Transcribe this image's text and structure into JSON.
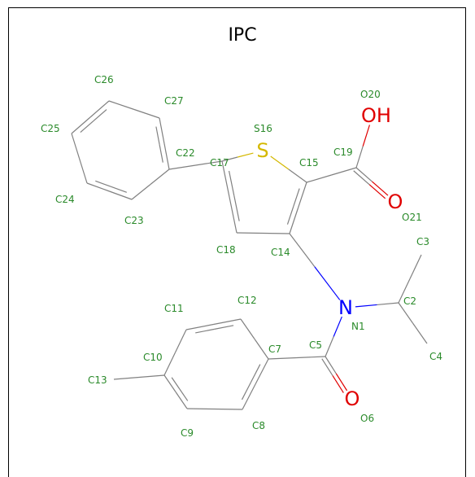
{
  "title": "IPC",
  "colors": {
    "label": "#2a8a2a",
    "bond": "#808080",
    "O": "#e00000",
    "N": "#0000ff",
    "S": "#d4b800",
    "border": "#000000"
  },
  "heteroatoms": [
    {
      "id": "S16",
      "symbol": "S",
      "element": "S"
    },
    {
      "id": "O20",
      "symbol": "OH",
      "element": "O"
    },
    {
      "id": "O21",
      "symbol": "O",
      "element": "O"
    },
    {
      "id": "N1",
      "symbol": "N",
      "element": "N"
    },
    {
      "id": "O6",
      "symbol": "O",
      "element": "O"
    }
  ],
  "atom_labels": [
    "C26",
    "C27",
    "C25",
    "S16",
    "O20",
    "C22",
    "C17",
    "C15",
    "C19",
    "C24",
    "C23",
    "O21",
    "C3",
    "C18",
    "C14",
    "C11",
    "C12",
    "C2",
    "N1",
    "C10",
    "C7",
    "C5",
    "C13",
    "C4",
    "C8",
    "O6",
    "C9"
  ],
  "bonds": [
    [
      "C22",
      "C23",
      1
    ],
    [
      "C23",
      "C24",
      2
    ],
    [
      "C24",
      "C25",
      1
    ],
    [
      "C25",
      "C26",
      2
    ],
    [
      "C26",
      "C27",
      1
    ],
    [
      "C27",
      "C22",
      2
    ],
    [
      "C22",
      "C17",
      1
    ],
    [
      "C17",
      "S16",
      1
    ],
    [
      "S16",
      "C15",
      1
    ],
    [
      "C15",
      "C14",
      2
    ],
    [
      "C14",
      "C18",
      1
    ],
    [
      "C18",
      "C17",
      2
    ],
    [
      "C15",
      "C19",
      1
    ],
    [
      "C19",
      "O20",
      1
    ],
    [
      "C19",
      "O21",
      2
    ],
    [
      "C14",
      "N1",
      1
    ],
    [
      "N1",
      "C2",
      1
    ],
    [
      "C2",
      "C3",
      1
    ],
    [
      "C2",
      "C4",
      1
    ],
    [
      "N1",
      "C5",
      1
    ],
    [
      "C5",
      "O6",
      2
    ],
    [
      "C5",
      "C7",
      1
    ],
    [
      "C7",
      "C8",
      2
    ],
    [
      "C8",
      "C9",
      1
    ],
    [
      "C9",
      "C10",
      2
    ],
    [
      "C10",
      "C11",
      1
    ],
    [
      "C11",
      "C12",
      2
    ],
    [
      "C12",
      "C7",
      1
    ],
    [
      "C10",
      "C13",
      1
    ]
  ]
}
